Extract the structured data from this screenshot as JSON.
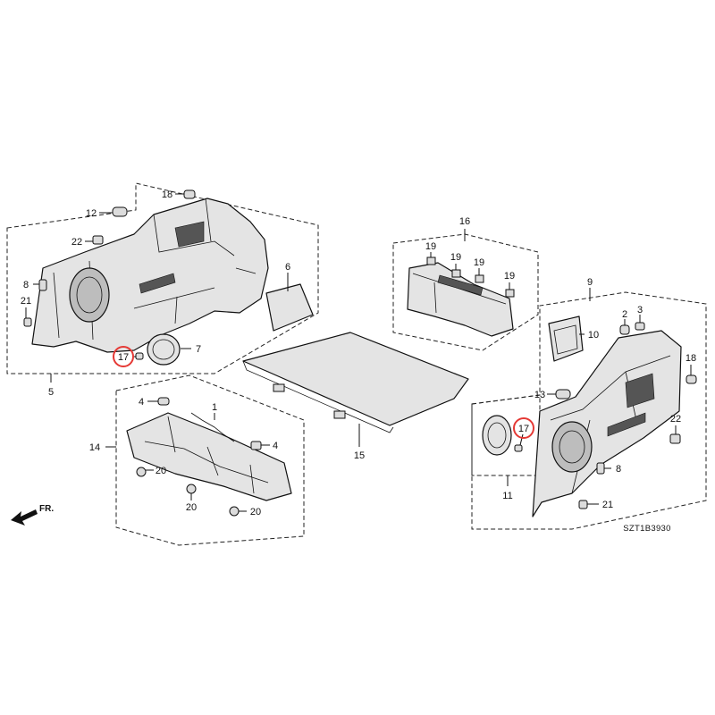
{
  "diagram_code": "SZT1B3930",
  "direction_label": "FR.",
  "highlight_color": "#e53935",
  "callouts": [
    {
      "id": "c5",
      "label": "5"
    },
    {
      "id": "c6",
      "label": "6"
    },
    {
      "id": "c7",
      "label": "7"
    },
    {
      "id": "c8a",
      "label": "8"
    },
    {
      "id": "c12",
      "label": "12"
    },
    {
      "id": "c18a",
      "label": "18"
    },
    {
      "id": "c21a",
      "label": "21"
    },
    {
      "id": "c22a",
      "label": "22"
    },
    {
      "id": "c17a",
      "label": "17",
      "highlighted": true
    },
    {
      "id": "c14",
      "label": "14"
    },
    {
      "id": "c4a",
      "label": "4"
    },
    {
      "id": "c1",
      "label": "1"
    },
    {
      "id": "c4b",
      "label": "4"
    },
    {
      "id": "c20a",
      "label": "20"
    },
    {
      "id": "c20b",
      "label": "20"
    },
    {
      "id": "c20c",
      "label": "20"
    },
    {
      "id": "c15",
      "label": "15"
    },
    {
      "id": "c16",
      "label": "16"
    },
    {
      "id": "c19a",
      "label": "19"
    },
    {
      "id": "c19b",
      "label": "19"
    },
    {
      "id": "c19c",
      "label": "19"
    },
    {
      "id": "c19d",
      "label": "19"
    },
    {
      "id": "c9",
      "label": "9"
    },
    {
      "id": "c2",
      "label": "2"
    },
    {
      "id": "c3",
      "label": "3"
    },
    {
      "id": "c10",
      "label": "10"
    },
    {
      "id": "c18b",
      "label": "18"
    },
    {
      "id": "c13",
      "label": "13"
    },
    {
      "id": "c17b",
      "label": "17",
      "highlighted": true
    },
    {
      "id": "c22b",
      "label": "22"
    },
    {
      "id": "c8b",
      "label": "8"
    },
    {
      "id": "c11",
      "label": "11"
    },
    {
      "id": "c21b",
      "label": "21"
    }
  ]
}
